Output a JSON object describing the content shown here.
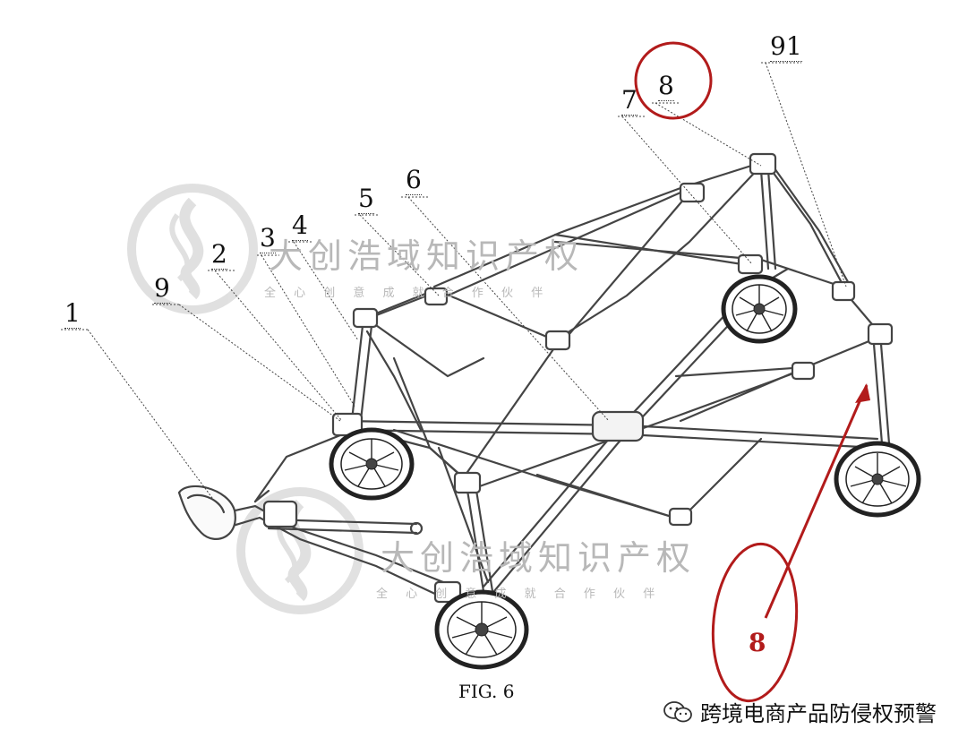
{
  "figure": {
    "caption": "FIG. 6",
    "labels": [
      {
        "id": "l1",
        "text": "1"
      },
      {
        "id": "l2",
        "text": "2"
      },
      {
        "id": "l3",
        "text": "3"
      },
      {
        "id": "l4",
        "text": "4"
      },
      {
        "id": "l5",
        "text": "5"
      },
      {
        "id": "l6",
        "text": "6"
      },
      {
        "id": "l7",
        "text": "7"
      },
      {
        "id": "l8",
        "text": "8"
      },
      {
        "id": "l9",
        "text": "9"
      },
      {
        "id": "l91",
        "text": "91"
      }
    ]
  },
  "annotation": {
    "circled_label": "8",
    "callout_label": "8",
    "color": "#b21b1b"
  },
  "watermark": {
    "title": "大创浩域知识产权",
    "tagline": "全 心 创 意 成 就 合 作 伙 伴",
    "color": "#c8c8c8"
  },
  "footer": {
    "account": "跨境电商产品防侵权预警",
    "icon": "wechat-icon"
  }
}
